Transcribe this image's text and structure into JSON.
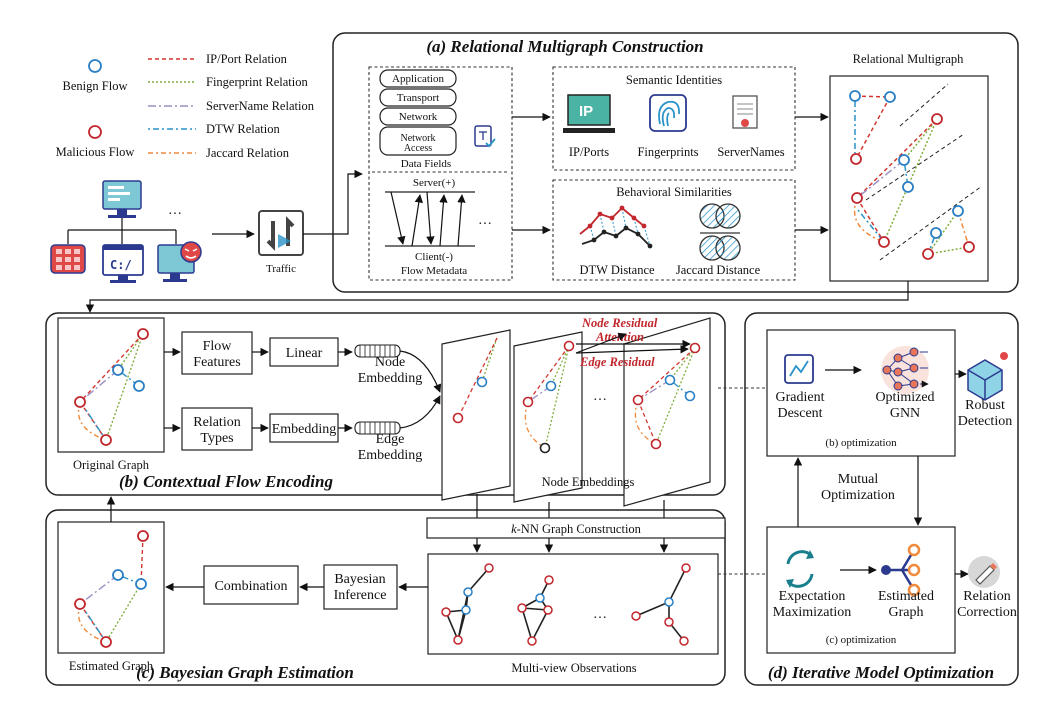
{
  "legend": {
    "benign_flow": "Benign Flow",
    "malicious_flow": "Malicious Flow",
    "relations": [
      {
        "label": "IP/Port Relation",
        "color": "#d2372f",
        "dash": "4 3"
      },
      {
        "label": "Fingerprint Relation",
        "color": "#7fae3c",
        "dash": "2 2"
      },
      {
        "label": "ServerName Relation",
        "color": "#9b8fc4",
        "dash": "8 3 2 3"
      },
      {
        "label": "DTW Relation",
        "color": "#2a93c8",
        "dash": "2 3 6 3"
      },
      {
        "label": "Jaccard Relation",
        "color": "#f08a3c",
        "dash": "5 3 2 3"
      }
    ]
  },
  "colors": {
    "benign": "#2a7fc4",
    "malicious": "#c1272d",
    "teal": "#1a7f8c",
    "orange": "#f08a3c",
    "navy": "#2b3a8f"
  },
  "panel_a": {
    "title": "(a) Relational Multigraph Construction",
    "data_fields": [
      "Application",
      "Transport",
      "Network",
      "Network Access"
    ],
    "data_fields_caption": "Data Fields",
    "server_label": "Server(+)",
    "client_label": "Client(-)",
    "flow_metadata_caption": "Flow Metadata",
    "ellipsis": "…",
    "semantic_title": "Semantic Identities",
    "semantic_items": [
      "IP/Ports",
      "Fingerprints",
      "ServerNames"
    ],
    "ip_badge": "IP",
    "behavioral_title": "Behavioral Similarities",
    "behavioral_items": [
      "DTW Distance",
      "Jaccard Distance"
    ],
    "multigraph_title": "Relational Multigraph"
  },
  "traffic": {
    "label": "Traffic",
    "terminal_text": "C:/",
    "host_ellipsis": "…"
  },
  "panel_b": {
    "title": "(b) Contextual Flow Encoding",
    "flow_features": "Flow Features",
    "relation_types": "Relation Types",
    "linear": "Linear",
    "embedding": "Embedding",
    "node_embedding": "Node Embedding",
    "edge_embedding": "Edge Embedding",
    "original_graph": "Original Graph",
    "node_residual": "Node Residual",
    "attention": "Attention",
    "edge_residual": "Edge Residual",
    "node_embeddings": "Node Embeddings",
    "ellipsis": "…"
  },
  "panel_c": {
    "title": "(c) Bayesian Graph Estimation",
    "knn": "k-NN Graph Construction",
    "knn_k": "k",
    "knn_rest": "-NN Graph Construction",
    "multi_view": "Multi-view Observations",
    "bayesian": "Bayesian Inference",
    "combination": "Combination",
    "estimated_graph": "Estimated Graph",
    "ellipsis": "…"
  },
  "panel_d": {
    "title": "(d) Iterative Model Optimization",
    "gradient_descent": "Gradient Descent",
    "optimized_gnn": "Optimized GNN",
    "robust_detection": "Robust Detection",
    "b_optimization": "(b) optimization",
    "mutual_optimization": "Mutual Optimization",
    "expectation_maximization": "Expectation Maximization",
    "estimated_graph": "Estimated Graph",
    "relation_correction": "Relation Correction",
    "c_optimization": "(c) optimization"
  }
}
